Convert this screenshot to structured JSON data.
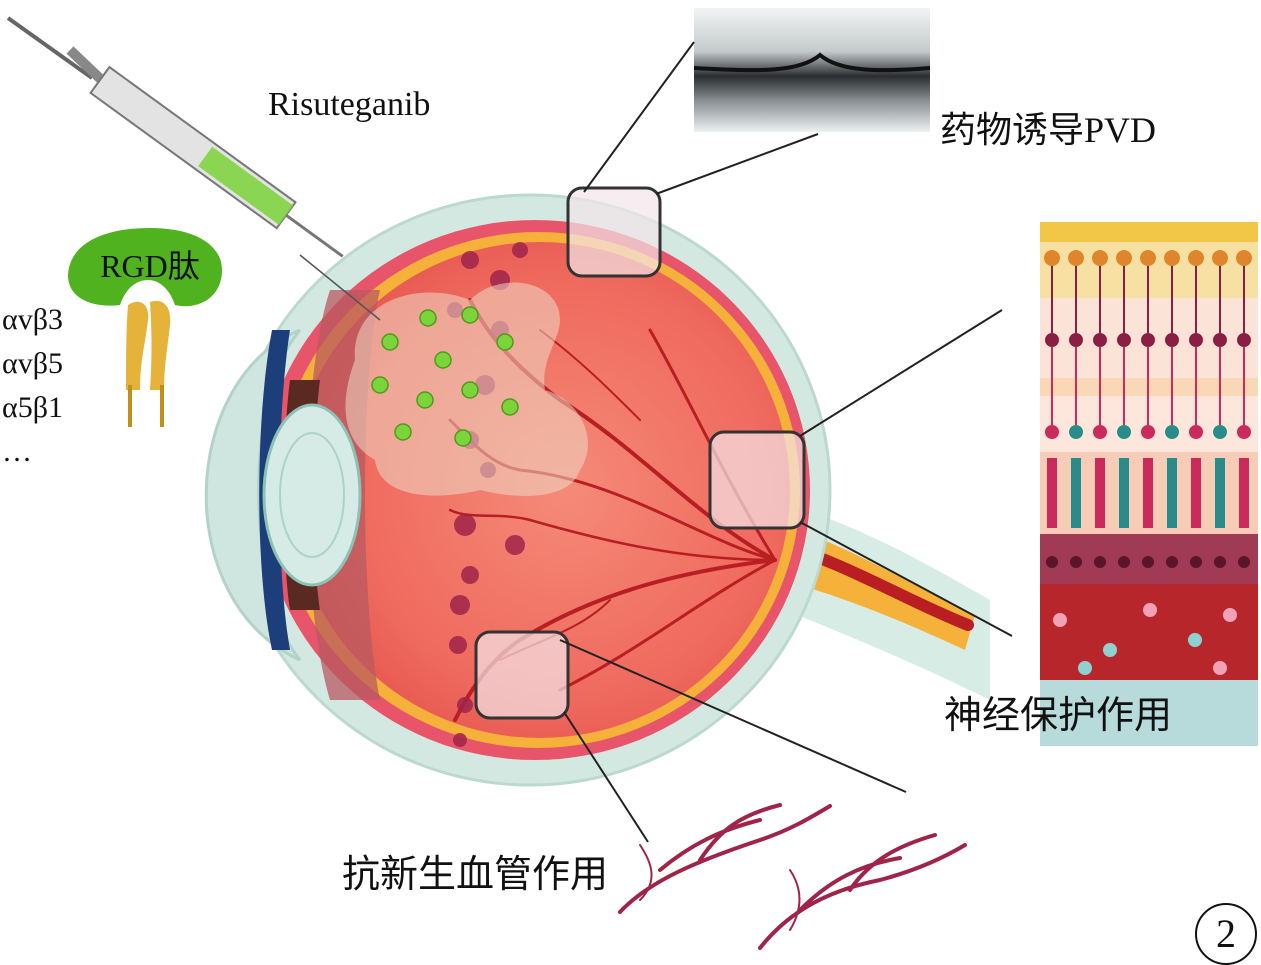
{
  "drug_name": "Risuteganib",
  "peptide_label": "RGD肽",
  "integrins": [
    "αvβ3",
    "αvβ5",
    "α5β1",
    "…"
  ],
  "callouts": {
    "pvd": "药物诱导PVD",
    "neuroprotection": "神经保护作用",
    "antiangiogenic": "抗新生血管作用"
  },
  "figure_number": "2",
  "colors": {
    "sclera": "#cfe5df",
    "choroid": "#e85a6a",
    "retina": "#f07a6a",
    "fundus": "#ee5f58",
    "vessel": "#b81e22",
    "optic_nerve": "#f5b13a",
    "drug_dot": "#7ad43a",
    "peptide": "#4fb21e",
    "integrin": "#e5b23a",
    "lesion": "#a0244a"
  }
}
